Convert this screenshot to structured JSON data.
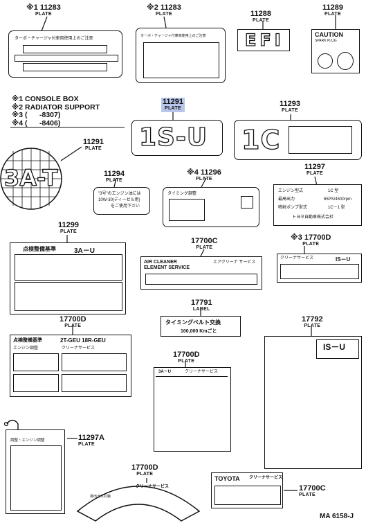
{
  "parts": {
    "p1": {
      "no": "11283",
      "mark": "※1",
      "type": "PLATE"
    },
    "p2": {
      "no": "11283",
      "mark": "※2",
      "type": "PLATE"
    },
    "p3": {
      "no": "11288",
      "type": "PLATE"
    },
    "p4": {
      "no": "11289",
      "type": "PLATE"
    },
    "p5": {
      "no": "11291",
      "type": "PLATE"
    },
    "p6": {
      "no": "11293",
      "type": "PLATE"
    },
    "p7": {
      "no": "11291",
      "type": "PLATE"
    },
    "p8": {
      "no": "11294",
      "type": "PLATE"
    },
    "p9": {
      "no": "11296",
      "mark": "※4",
      "type": "PLATE"
    },
    "p10": {
      "no": "11297",
      "type": "PLATE"
    },
    "p11": {
      "no": "11299",
      "type": "PLATE"
    },
    "p12": {
      "no": "17700C",
      "type": "PLATE"
    },
    "p13": {
      "no": "17700D",
      "mark": "※3",
      "type": "PLATE"
    },
    "p14": {
      "no": "17791",
      "type": "LABEL"
    },
    "p15": {
      "no": "17700D",
      "type": "PLATE"
    },
    "p16": {
      "no": "17700D",
      "type": "PLATE"
    },
    "p17": {
      "no": "17792",
      "type": "PLATE"
    },
    "p18": {
      "no": "11297A",
      "type": "PLATE"
    },
    "p19": {
      "no": "17700D",
      "type": "PLATE"
    },
    "p20": {
      "no": "17700C",
      "type": "PLATE"
    }
  },
  "legend": [
    {
      "mark": "※1",
      "text": "CONSOLE BOX"
    },
    {
      "mark": "※2",
      "text": "RADIATOR SUPPORT"
    },
    {
      "mark": "※3",
      "text": "(      -8307)"
    },
    {
      "mark": "※4",
      "text": "(      -8406)"
    }
  ],
  "labels": {
    "turbo_title": "ターボ・チャージャ付車両使用上のご注意",
    "efi": "EFI",
    "caution": "CAUTION",
    "spark_plug": "SPARK PLUG",
    "big_1su": "1S-U",
    "big_1c": "1C",
    "big_3at": "3A-T",
    "fuel_note": [
      "\"3号\"のエンジン油には",
      "10W-30(ディーゼル用)",
      "をご使用下さい"
    ],
    "timing_adj": "タイミング調整",
    "engine_model": "エンジン型式",
    "engine_model_val": "1C 型",
    "max_output": "最高出力",
    "max_output_val": "65PS/4500rpm",
    "pump_type": "噴射ポンプ型式",
    "pump_type_val": "1C－1 型",
    "maker": "トヨタ自動車株式会社",
    "inspect_title": "点検整備基準",
    "inspect_model": "3A－U",
    "air_cleaner": "AIR CLEANER",
    "element_service": "ELEMENT SERVICE",
    "aircleaner_jp": "エアクリーナ サービス",
    "cleaner_service": "クリーナサービス",
    "is_u": "IS－U",
    "timing_belt": "タイミングベルト交換",
    "timing_km": "100,000 Kmごと",
    "inspect_title2": "点検整備基準",
    "engine_2t": "2T-GEU 18R-GEU",
    "engine_adjust": "エンジン調整",
    "cleaner_service2": "クリーナサービス",
    "is_u2": "IS－U",
    "model_3au": "3A－U",
    "cleaner_svc3": "クリーナサービス",
    "adjust_note": "調整・エンジン調整",
    "emission_note": "排出ガス対策",
    "toyota": "TOYOTA",
    "toyota_svc": "クリーナサービス",
    "arc_text": "クリーナサービス"
  },
  "footer": {
    "code": "MA 6158-J"
  }
}
